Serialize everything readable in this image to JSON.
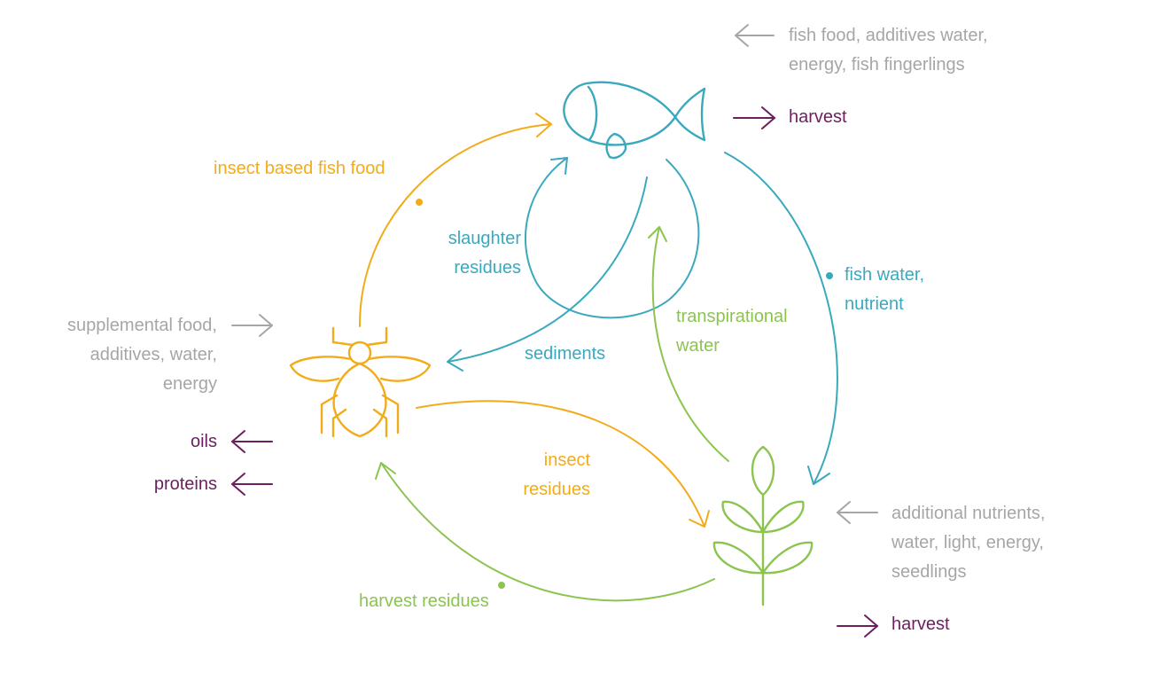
{
  "colors": {
    "fish": "#3aa9bd",
    "insect": "#f2ac1a",
    "plant": "#8cc450",
    "input": "#a6a6a6",
    "output": "#6b1f5e"
  },
  "fish": {
    "inputs_line1": "fish food, additives water,",
    "inputs_line2": "energy, fish fingerlings",
    "output": "harvest"
  },
  "insect": {
    "inputs_line1": "supplemental food,",
    "inputs_line2": "additives, water,",
    "inputs_line3": "energy",
    "output_oils": "oils",
    "output_proteins": "proteins"
  },
  "plant": {
    "inputs_line1": "additional nutrients,",
    "inputs_line2": "water, light, energy,",
    "inputs_line3": "seedlings",
    "output": "harvest"
  },
  "flows": {
    "insect_based_fish_food": "insect based fish food",
    "slaughter_residues_line1": "slaughter",
    "slaughter_residues_line2": "residues",
    "sediments": "sediments",
    "fish_water_line1": "fish water,",
    "fish_water_line2": "nutrient",
    "transpirational_line1": "transpirational",
    "transpirational_line2": "water",
    "insect_residues_line1": "insect",
    "insect_residues_line2": "residues",
    "harvest_residues": "harvest residues"
  }
}
